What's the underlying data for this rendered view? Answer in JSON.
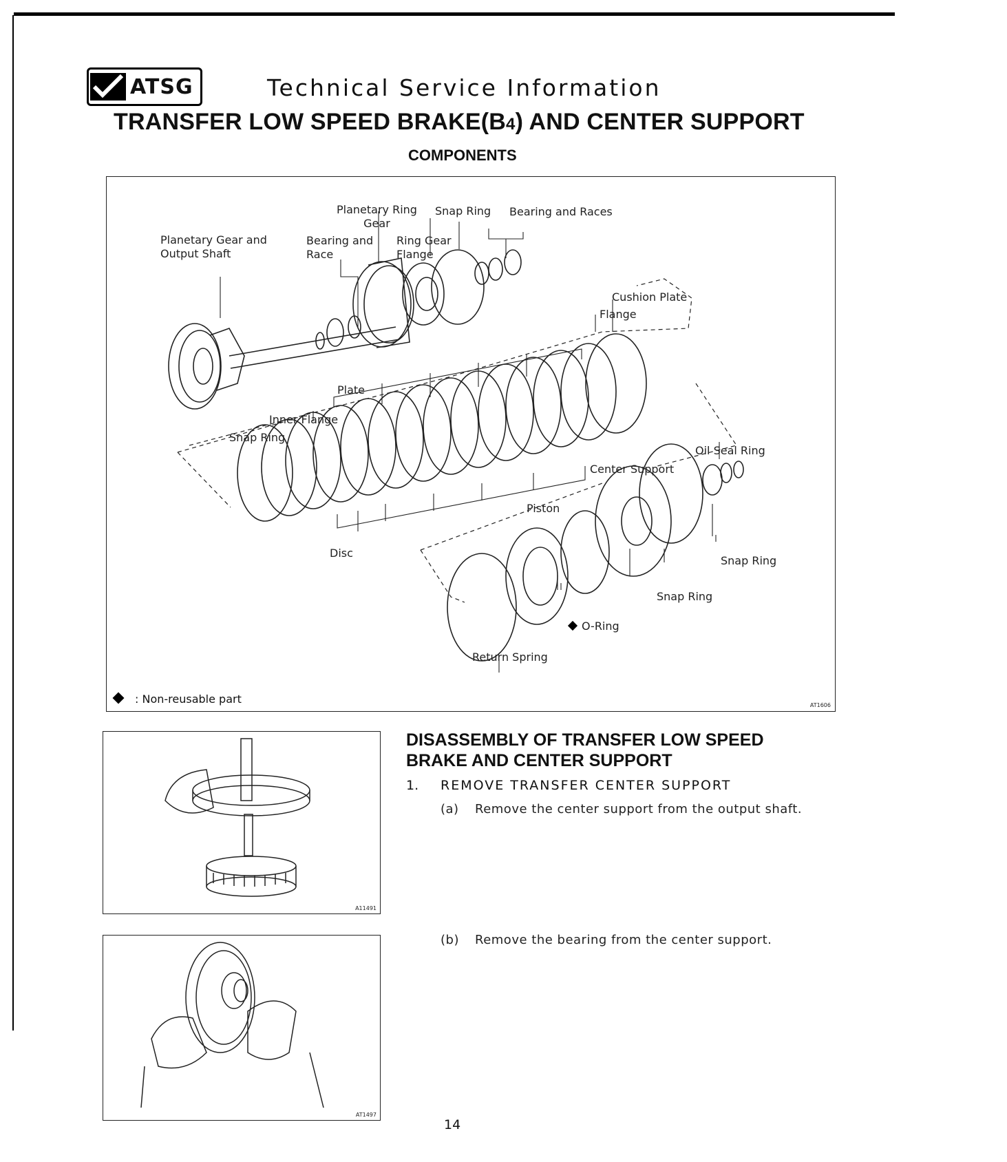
{
  "header": {
    "logo_text": "ATSG",
    "service_title": "Technical Service Information",
    "main_title": "TRANSFER LOW SPEED BRAKE(B4) AND CENTER SUPPORT",
    "section_title": "COMPONENTS"
  },
  "diagram": {
    "labels": {
      "planetary_gear_output_shaft": "Planetary Gear and\nOutput Shaft",
      "planetary_ring_gear": "Planetary Ring\nGear",
      "bearing_and_race": "Bearing and\nRace",
      "snap_ring_top": "Snap Ring",
      "ring_gear_flange": "Ring Gear\nFlange",
      "bearing_and_races": "Bearing and Races",
      "cushion_plate": "Cushion Plate",
      "flange": "Flange",
      "plate": "Plate",
      "inner_flange": "Inner Flange",
      "snap_ring_left": "Snap Ring",
      "oil_seal_ring": "Oil Seal Ring",
      "center_support": "Center Support",
      "piston": "Piston",
      "disc": "Disc",
      "snap_ring_right": "Snap Ring",
      "snap_ring_bottom": "Snap Ring",
      "o_ring": "O-Ring",
      "return_spring": "Return Spring"
    },
    "legend_text": ": Non-reusable part",
    "code": "AT1606"
  },
  "figures": [
    {
      "code": "A11491"
    },
    {
      "code": "AT1497"
    }
  ],
  "procedure": {
    "heading": "DISASSEMBLY OF TRANSFER LOW SPEED BRAKE AND CENTER SUPPORT",
    "step_num": "1.",
    "step_text": "REMOVE TRANSFER CENTER SUPPORT",
    "sub_a_key": "(a)",
    "sub_a_text": "Remove the center support from the output shaft.",
    "sub_b_key": "(b)",
    "sub_b_text": "Remove the bearing from the center support."
  },
  "page_number": "14"
}
